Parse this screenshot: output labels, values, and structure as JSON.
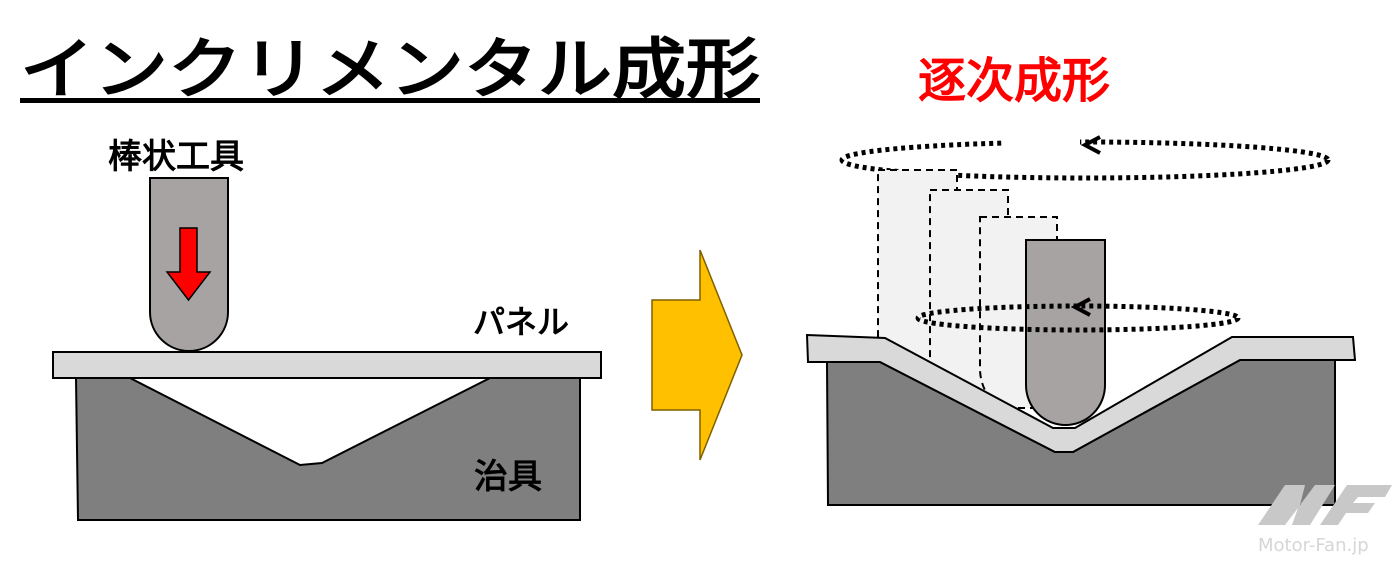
{
  "title": "インクリメンタル成形",
  "subtitle": "逐次成形",
  "labels": {
    "tool": "棒状工具",
    "panel": "パネル",
    "jig": "治具"
  },
  "watermark": {
    "logo": "MF",
    "text": "Motor-Fan.jp"
  },
  "colors": {
    "tool": "#a7a3a3",
    "panel": "#d9d9d9",
    "jig": "#7f7f7f",
    "arrow_red": "#ff0000",
    "arrow_yellow": "#ffc000",
    "subtitle": "#ff0000"
  }
}
